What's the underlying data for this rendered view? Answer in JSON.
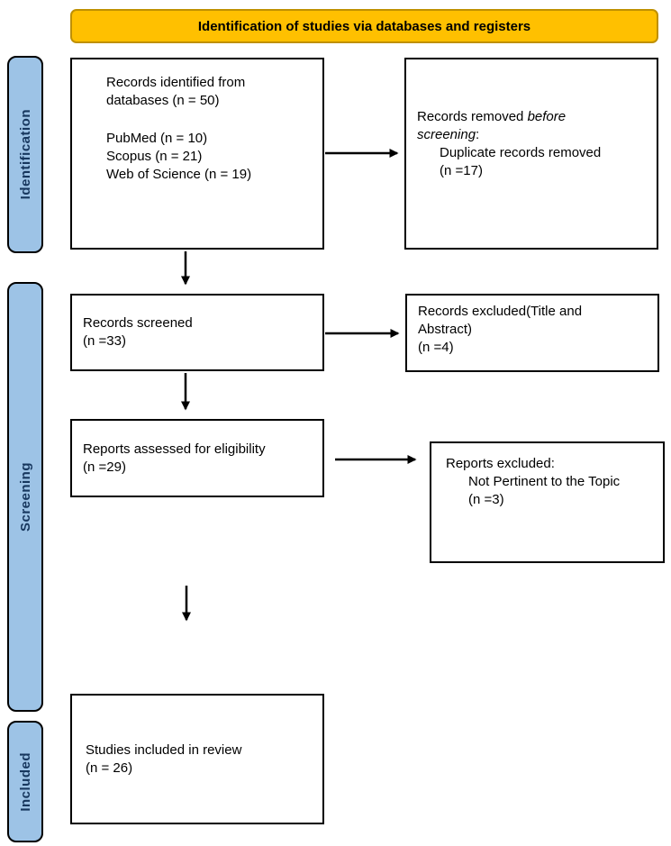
{
  "title": "Identification of studies via databases and registers",
  "colors": {
    "header_fill": "#FFC000",
    "header_border": "#BF9000",
    "stage_fill": "#9DC3E6",
    "stage_text": "#17375E"
  },
  "stages": {
    "identification": "Identification",
    "screening": "Screening",
    "included": "Included"
  },
  "boxes": {
    "identified": {
      "line1": "Records identified from",
      "line2": "databases (n = 50)",
      "sources": [
        "PubMed (n = 10)",
        "Scopus (n = 21)",
        "Web of Science (n = 19)"
      ]
    },
    "removed": {
      "line1_prefix": "Records removed ",
      "line1_italic": "before",
      "line2_italic": "screening",
      "line2_suffix": ":",
      "detail": "Duplicate records removed",
      "count": "(n =17)"
    },
    "screened": {
      "line1": "Records screened",
      "line2": "(n =33)"
    },
    "excluded_title_abstract": {
      "line1": "Records excluded(Title and",
      "line2": "Abstract)",
      "line3": "(n =4)"
    },
    "assessed": {
      "line1": "Reports assessed for eligibility",
      "line2": "(n =29)"
    },
    "excluded_reports": {
      "title": "Reports excluded:",
      "detail": "Not Pertinent to the Topic",
      "count": "(n =3)"
    },
    "included": {
      "line1": "Studies included in review",
      "line2": "(n = 26)"
    }
  }
}
